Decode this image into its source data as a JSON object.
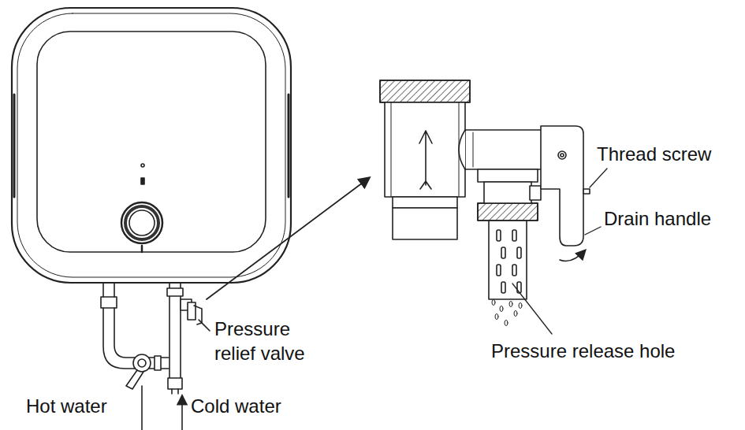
{
  "diagram": {
    "labels": [
      "Thread screw",
      "Drain handle",
      "Pressure release hole",
      "Pressure relief valve",
      "Hot water",
      "Cold water"
    ]
  }
}
